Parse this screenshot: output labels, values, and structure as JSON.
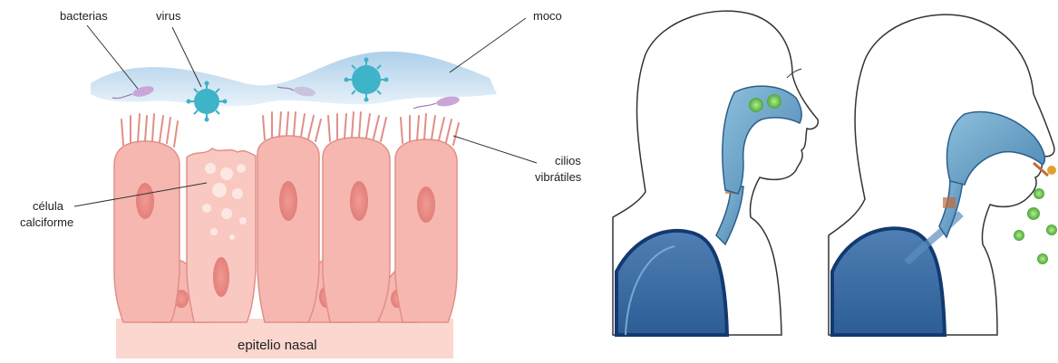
{
  "labels": {
    "bacteria": "bacterias",
    "virus": "virus",
    "mucus": "moco",
    "cilia_line1": "cilios",
    "cilia_line2": "vibrátiles",
    "goblet_line1": "célula",
    "goblet_line2": "calciforme",
    "epithelium": "epitelio nasal"
  },
  "colors": {
    "cell_fill": "#f6b7b0",
    "cell_stroke": "#e08f88",
    "nucleus": "#ee8f8a",
    "mucus": "#c6dff0",
    "virus": "#3fb3c8",
    "bacteria": "#c9a6d8",
    "airway_blue": "#5e93b8",
    "lung_dark": "#1f4f8a",
    "particle_green": "#6fc24a"
  }
}
